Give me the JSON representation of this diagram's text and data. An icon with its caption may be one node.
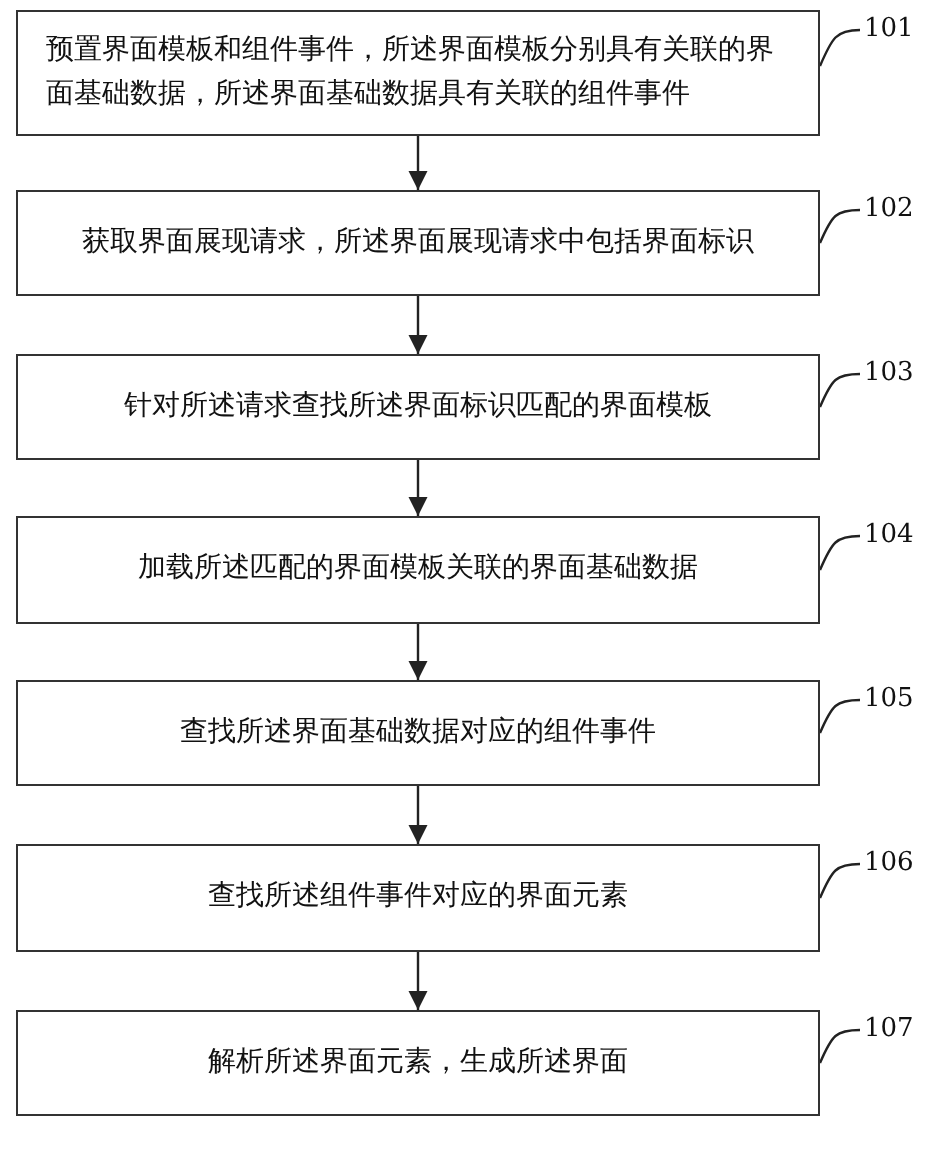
{
  "diagram": {
    "nodes": [
      {
        "text": [
          "预置界面模板和组件事件，所述界面模板分别具有关联的界面基础数据，所述界面基础数据具有关联的组件事件"
        ]
      },
      {
        "text": [
          "获取界面展现请求，所述界面展现请求中包括界面标识"
        ]
      },
      {
        "text": [
          "针对所述请求查找所述界面标识匹配的界面模板"
        ]
      },
      {
        "text": [
          "加载所述匹配的界面模板关联的界面基础数据"
        ]
      },
      {
        "text": [
          "查找所述界面基础数据对应的组件事件"
        ]
      },
      {
        "text": [
          "查找所述组件事件对应的界面元素"
        ]
      },
      {
        "text": [
          "解析所述界面元素，生成所述界面"
        ]
      },
      {
        "text": [
          "101"
        ]
      },
      {
        "text": [
          "102"
        ]
      },
      {
        "text": [
          "103"
        ]
      },
      {
        "text": [
          "104"
        ]
      },
      {
        "text": [
          "105"
        ]
      },
      {
        "text": [
          "106"
        ]
      },
      {
        "text": [
          "107"
        ]
      }
    ],
    "edges": [
      {
        "from": 0,
        "to": 1,
        "arrow": "to"
      },
      {
        "from": 1,
        "to": 2,
        "arrow": "to"
      },
      {
        "from": 2,
        "to": 3,
        "arrow": "to"
      },
      {
        "from": 3,
        "to": 4,
        "arrow": "to"
      },
      {
        "from": 4,
        "to": 5,
        "arrow": "to"
      },
      {
        "from": 5,
        "to": 6,
        "arrow": "to"
      },
      {
        "from": 7,
        "to": 0,
        "arrow": "none"
      },
      {
        "from": 8,
        "to": 1,
        "arrow": "none"
      },
      {
        "from": 9,
        "to": 2,
        "arrow": "none"
      },
      {
        "from": 10,
        "to": 3,
        "arrow": "none"
      },
      {
        "from": 11,
        "to": 4,
        "arrow": "none"
      },
      {
        "from": 12,
        "to": 5,
        "arrow": "none"
      },
      {
        "from": 13,
        "to": 6,
        "arrow": "none"
      }
    ]
  }
}
